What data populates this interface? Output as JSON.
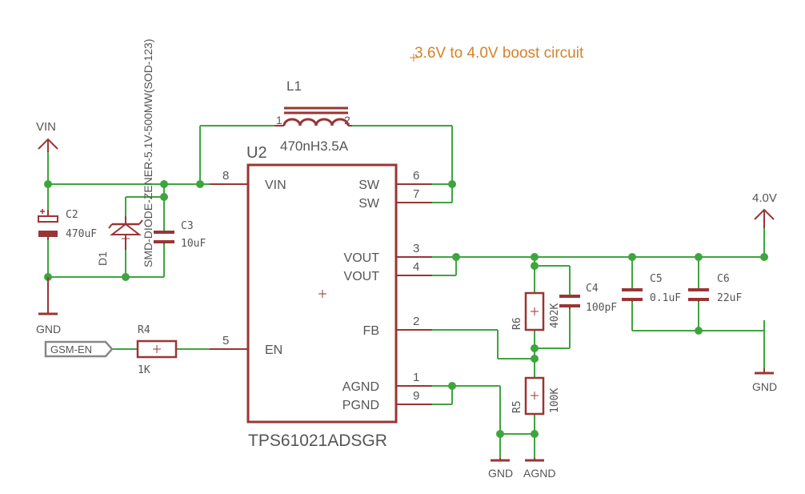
{
  "title": "3.6V to 4.0V boost circuit",
  "colors": {
    "wire": "#3ea53e",
    "part": "#9a3535",
    "text": "#555555",
    "note": "#d4822a",
    "flag": "#888888"
  },
  "ic": {
    "ref": "U2",
    "value": "TPS61021ADSGR",
    "pins": {
      "vin": {
        "num": "8",
        "name": "VIN"
      },
      "en": {
        "num": "5",
        "name": "EN"
      },
      "sw1": {
        "num": "6",
        "name": "SW"
      },
      "sw2": {
        "num": "7",
        "name": "SW"
      },
      "vout1": {
        "num": "3",
        "name": "VOUT"
      },
      "vout2": {
        "num": "4",
        "name": "VOUT"
      },
      "fb": {
        "num": "2",
        "name": "FB"
      },
      "agnd": {
        "num": "1",
        "name": "AGND"
      },
      "pgnd": {
        "num": "9",
        "name": "PGND"
      }
    }
  },
  "inductor": {
    "ref": "L1",
    "value": "470nH3.5A",
    "pin1": "1",
    "pin2": "2"
  },
  "diode": {
    "ref": "D1",
    "value": "SMD-DIODE-ZENER-5.1V-500MW(SOD-123)"
  },
  "caps": {
    "c2": {
      "ref": "C2",
      "value": "470uF"
    },
    "c3": {
      "ref": "C3",
      "value": "10uF"
    },
    "c4": {
      "ref": "C4",
      "value": "100pF"
    },
    "c5": {
      "ref": "C5",
      "value": "0.1uF"
    },
    "c6": {
      "ref": "C6",
      "value": "22uF"
    }
  },
  "resistors": {
    "r4": {
      "ref": "R4",
      "value": "1K"
    },
    "r5": {
      "ref": "R5",
      "value": "100K"
    },
    "r6": {
      "ref": "R6",
      "value": "402K"
    }
  },
  "supplies": {
    "vin": "VIN",
    "vout": "4.0V",
    "gnd_left": "GND",
    "gnd_right": "GND",
    "gnd_bottom": "GND",
    "agnd": "AGND"
  },
  "signal": {
    "gsm_en": "GSM-EN"
  }
}
